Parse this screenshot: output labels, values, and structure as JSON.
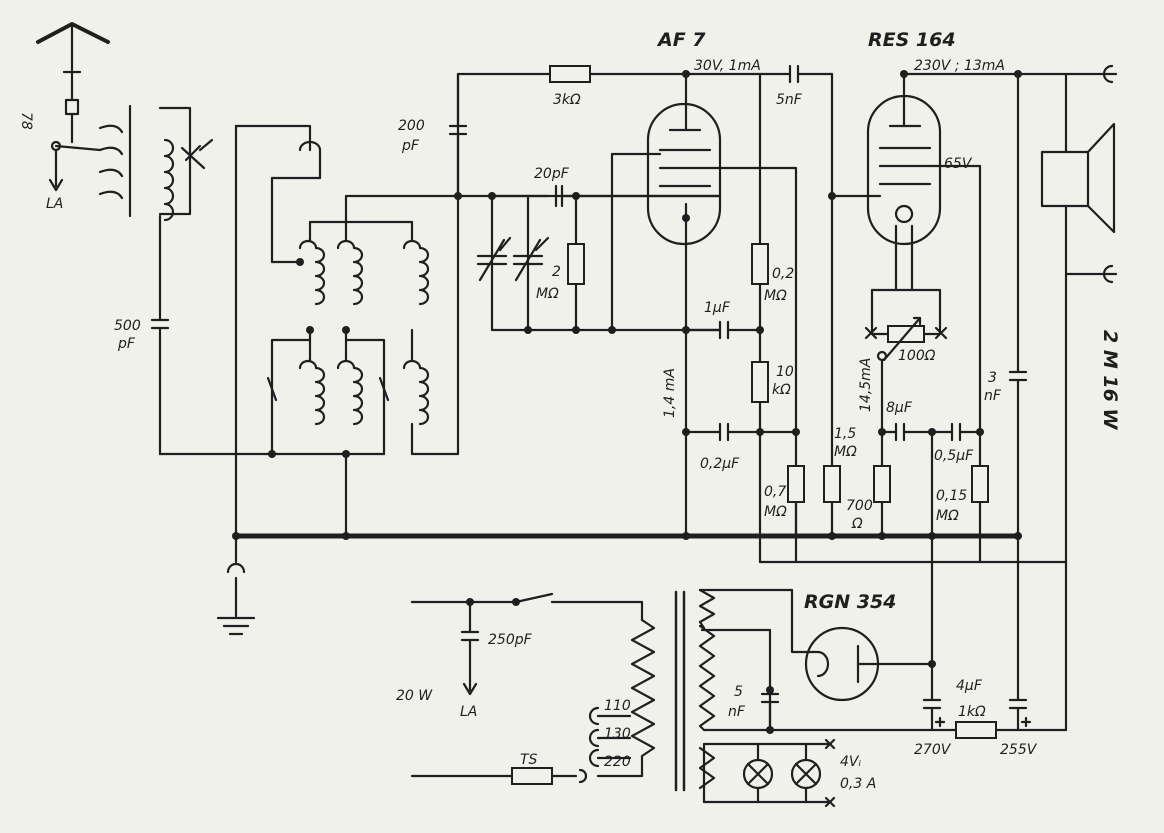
{
  "page_number": "78",
  "model": "2 M 16 W",
  "tubes": {
    "preamp": "AF 7",
    "output": "RES 164",
    "rectifier": "RGN 354"
  },
  "labels": {
    "la_top": "LA",
    "la_bottom": "LA",
    "power": "20 W",
    "ts": "TS",
    "v1": "30V, 1mA",
    "v2": "230V ; 13mA",
    "v3": "65V",
    "i1": "1,4 mA",
    "i2": "14,5mA",
    "v270": "270V",
    "v255": "255V",
    "lamp": "4Vᵢ",
    "lamp2": "0,3 A"
  },
  "components": {
    "c200a": "200",
    "c200b": "pF",
    "c500a": "500",
    "c500b": "pF",
    "r3k": "3kΩ",
    "c5n": "5nF",
    "c20p": "20pF",
    "r2a": "2",
    "r2b": "MΩ",
    "r02a": "0,2",
    "r02b": "MΩ",
    "c1u": "1μF",
    "r10a": "10",
    "r10b": "kΩ",
    "c02u": "0,2μF",
    "r07a": "0,7",
    "r07b": "MΩ",
    "r15a": "1,5",
    "r15b": "MΩ",
    "r700a": "700",
    "r700b": "Ω",
    "c8u": "8μF",
    "c05u": "0,5μF",
    "r015a": "0,15",
    "r015b": "MΩ",
    "c3na": "3",
    "c3nb": "nF",
    "r100": "100Ω",
    "c250p": "250pF",
    "c5na": "5",
    "c5nb": "nF",
    "c4u": "4μF",
    "r1k": "1kΩ",
    "tap110": "110",
    "tap130": "130",
    "tap220": "220"
  }
}
